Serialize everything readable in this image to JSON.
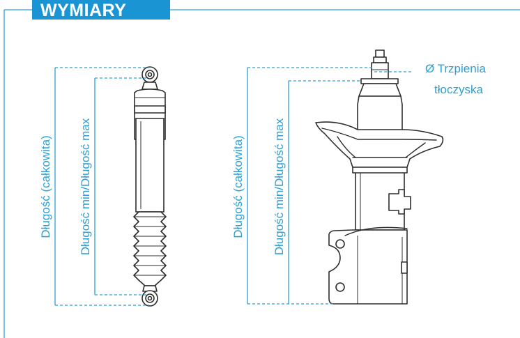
{
  "header": {
    "title": "WYMIARY"
  },
  "left_shock": {
    "label_total": "Długość (całkowita)",
    "label_minmax": "Długość min/Długość max"
  },
  "right_strut": {
    "label_total": "Długość (całkowita)",
    "label_minmax": "Długość min/Długość max",
    "rod_label_line1": "Ø Trzpienia",
    "rod_label_line2": "tłoczyska"
  },
  "colors": {
    "accent": "#1a94d3",
    "line": "#2b9fd6",
    "drawing": "#2d2d2d"
  }
}
